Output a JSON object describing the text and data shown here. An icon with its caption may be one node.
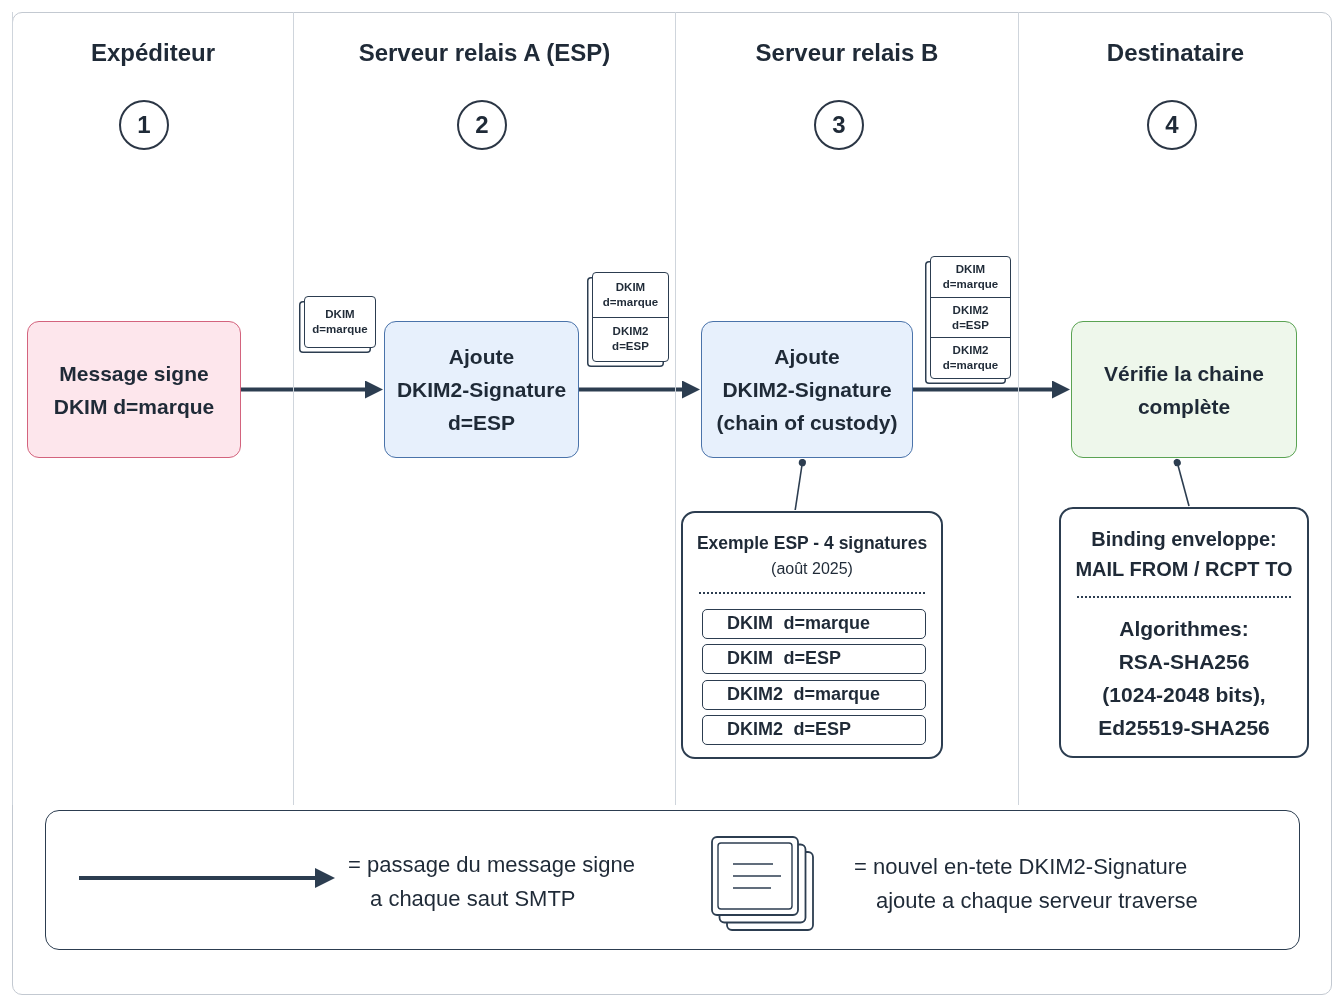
{
  "diagram": {
    "nodes": [
      {
        "text": [
          "Expéditeur"
        ]
      },
      {
        "text": [
          "1"
        ],
        "in": 0
      },
      {
        "text": [
          "Serveur relais A (ESP)"
        ]
      },
      {
        "text": [
          "2"
        ],
        "in": 2
      },
      {
        "text": [
          "Serveur relais B"
        ]
      },
      {
        "text": [
          "3"
        ],
        "in": 4
      },
      {
        "text": [
          "Destinataire"
        ]
      },
      {
        "text": [
          "4"
        ],
        "in": 6
      },
      {
        "text": [
          "Message signe DKIM d=marque"
        ],
        "in": 0
      },
      {
        "text": [
          "DKIM d=marque"
        ],
        "in": 2
      },
      {
        "text": [
          "Ajoute DKIM2-Signature d=ESP"
        ],
        "in": 2
      },
      {
        "text": [
          "DKIM d=marque",
          "DKIM2 d=ESP"
        ],
        "in": 2
      },
      {
        "text": [
          "Ajoute DKIM2-Signature (chain of custody)"
        ],
        "in": 4
      },
      {
        "text": [
          "DKIM d=marque",
          "DKIM2 d=ESP",
          "DKIM2 d=marque"
        ],
        "in": 4
      },
      {
        "text": [
          "Vérifie la chaine complète"
        ],
        "in": 6
      },
      {
        "text": [
          "Exemple ESP - 4 signatures",
          "(août 2025)"
        ],
        "in": 4
      },
      {
        "text": [
          "DKIM d=marque"
        ],
        "in": 15
      },
      {
        "text": [
          "DKIM d=ESP"
        ],
        "in": 15
      },
      {
        "text": [
          "DKIM2 d=marque"
        ],
        "in": 15
      },
      {
        "text": [
          "DKIM2 d=ESP"
        ],
        "in": 15
      },
      {
        "text": [
          "Binding enveloppe: MAIL FROM / RCPT TO",
          "Algorithmes: RSA-SHA256 (1024-2048 bits), Ed25519-SHA256"
        ],
        "in": 6
      }
    ],
    "edges": [
      {
        "from": 8,
        "to": 10,
        "arrow": "to"
      },
      {
        "from": 10,
        "to": 12,
        "arrow": "to"
      },
      {
        "from": 12,
        "to": 14,
        "arrow": "to"
      },
      {
        "from": 15,
        "to": 12,
        "arrow": "other"
      },
      {
        "from": 20,
        "to": 14,
        "arrow": "other"
      }
    ],
    "legend": [
      {
        "text": "= passage du message signe a chaque saut SMTP"
      },
      {
        "text": "= nouvel en-tete DKIM2-Signature ajoute a chaque serveur traverse"
      }
    ]
  }
}
